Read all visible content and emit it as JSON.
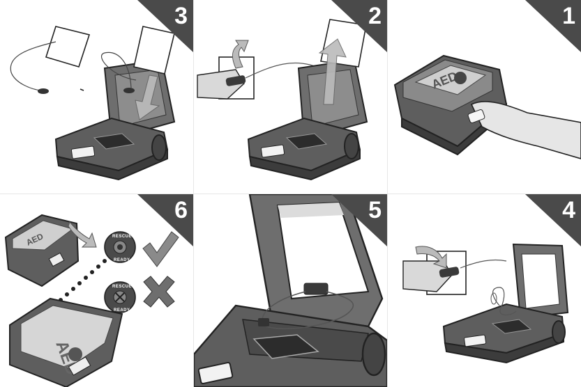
{
  "panels": [
    {
      "step": "3"
    },
    {
      "step": "2"
    },
    {
      "step": "1"
    },
    {
      "step": "6"
    },
    {
      "step": "5"
    },
    {
      "step": "4"
    }
  ],
  "device_label": "AED",
  "status_indicator": {
    "top": "RESCUE",
    "bottom": "READY"
  },
  "colors": {
    "badge": "#4a4a4a",
    "device_body": "#6e6e6e",
    "device_dark": "#3c3c3c",
    "check_mark": "#8a8a8a",
    "cross_mark": "#6e6e6e"
  },
  "icons": [
    "step-badge",
    "check-icon",
    "cross-icon",
    "down-arrow-icon",
    "up-arrow-icon",
    "curved-arrow-icon"
  ]
}
